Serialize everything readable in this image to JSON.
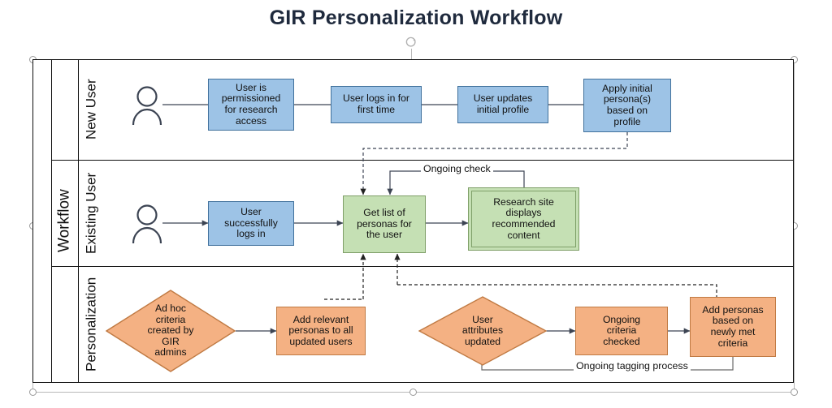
{
  "title": "GIR Personalization Workflow",
  "pool": {
    "label": "Workflow"
  },
  "lanes": [
    {
      "id": "new-user",
      "label": "New User"
    },
    {
      "id": "existing-user",
      "label": "Existing User"
    },
    {
      "id": "personalization",
      "label": "Personalization"
    }
  ],
  "colors": {
    "blue_fill": "#9DC3E6",
    "blue_border": "#41719C",
    "green_fill": "#C5E0B4",
    "green_border": "#7F9F68",
    "orange_fill": "#F4B183",
    "orange_border": "#C07A43",
    "line": "#3c4453",
    "frame": "#0f0f0f",
    "title_color": "#1f2a3d",
    "selection": "#b9b9b9"
  },
  "nodes": {
    "new_user_actor": "person-icon",
    "n1": "User is\npermissioned\nfor research\naccess",
    "n2": "User logs in for\nfirst time",
    "n3": "User updates\ninitial profile",
    "n4": "Apply initial\npersona(s)\nbased on\nprofile",
    "existing_user_actor": "person-icon",
    "e1": "User\nsuccessfully\nlogs in",
    "e2": "Get list of\npersonas for\nthe user",
    "e3": "Research site\ndisplays\nrecommended\ncontent",
    "p1": "Ad hoc\ncriteria\ncreated by\nGIR\nadmins",
    "p2": "Add relevant\npersonas to all\nupdated users",
    "p3": "User\nattributes\nupdated",
    "p4": "Ongoing\ncriteria\nchecked",
    "p5": "Add personas\nbased on\nnewly met\ncriteria"
  },
  "edge_labels": {
    "ongoing_check": "Ongoing check",
    "ongoing_tagging": "Ongoing tagging process"
  }
}
